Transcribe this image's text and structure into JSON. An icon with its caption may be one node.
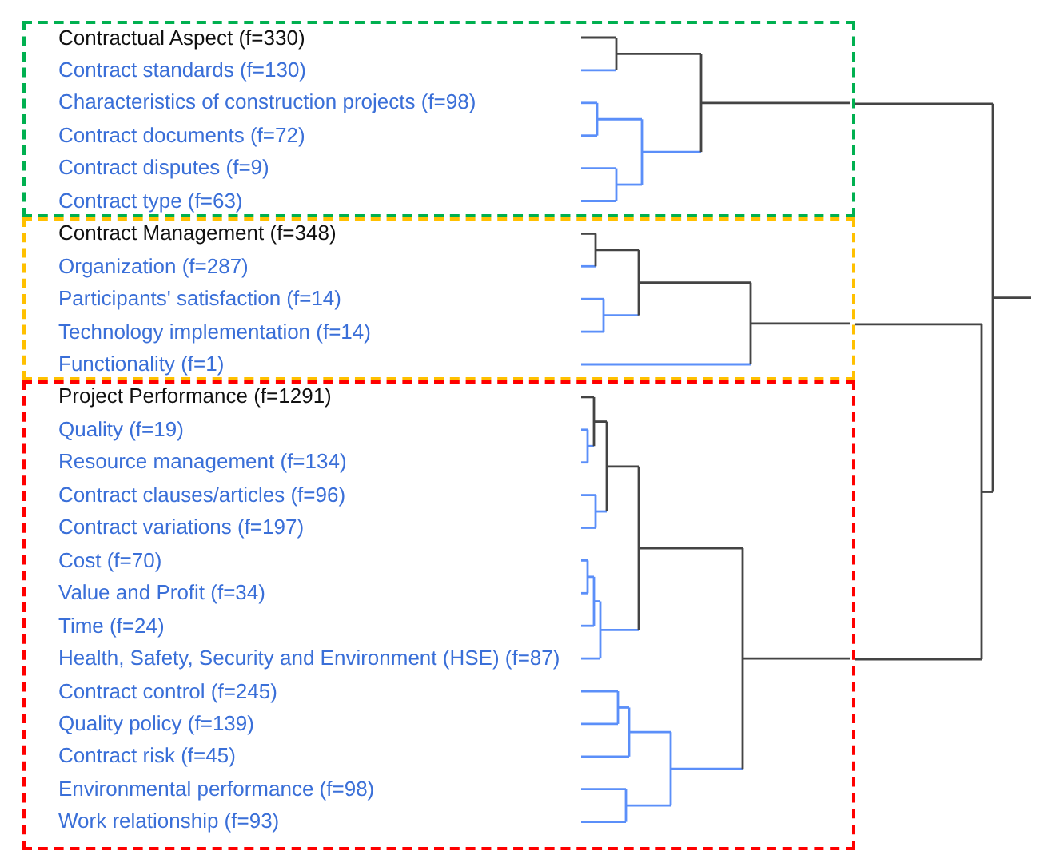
{
  "diagram": {
    "nodes": [
      {
        "text": [
          "Contractual Aspect (f=330)",
          "Contract standards (f=130)",
          "Characteristics of construction projects (f=98)",
          "Contract documents (f=72)",
          "Contract disputes (f=9)",
          "Contract type (f=63)"
        ]
      },
      {
        "text": [
          "Contract Management (f=348)",
          "Organization (f=287)",
          "Participants' satisfaction (f=14)",
          "Technology implementation (f=14)",
          "Functionality (f=1)"
        ]
      },
      {
        "text": [
          "Project Performance (f=1291)",
          "Quality (f=19)",
          "Resource management (f=134)",
          "Contract clauses/articles (f=96)",
          "Contract variations (f=197)",
          "Cost (f=70)",
          "Value and Profit (f=34)",
          "Time (f=24)",
          "Health, Safety, Security and Environment (HSE) (f=87)",
          "Contract control (f=245)",
          "Quality policy (f=139)",
          "Contract risk (f=45)",
          "Environmental performance (f=98)",
          "Work relationship (f=93)"
        ]
      },
      {
        "text": [],
        "shape": "bar"
      },
      {
        "text": [],
        "shape": "bar"
      }
    ],
    "edges": [
      {
        "from": 1,
        "to": 3,
        "arrow": "none"
      },
      {
        "from": 2,
        "to": 3,
        "arrow": "none"
      },
      {
        "from": 0,
        "to": 4,
        "arrow": "none"
      },
      {
        "from": 3,
        "to": 4,
        "arrow": "none"
      },
      {
        "from": 4,
        "to": null,
        "arrow": "none"
      }
    ]
  }
}
